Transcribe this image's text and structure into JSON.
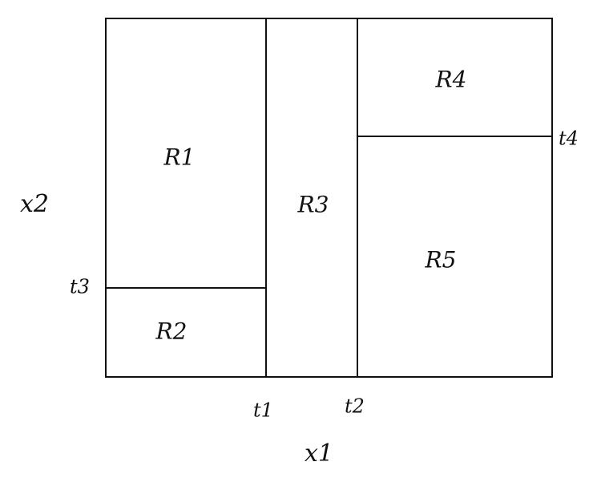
{
  "regions": [
    {
      "id": "R1",
      "label": "R1"
    },
    {
      "id": "R2",
      "label": "R2"
    },
    {
      "id": "R3",
      "label": "R3"
    },
    {
      "id": "R4",
      "label": "R4"
    },
    {
      "id": "R5",
      "label": "R5"
    }
  ],
  "thresholds": {
    "t1": "t1",
    "t2": "t2",
    "t3": "t3",
    "t4": "t4"
  },
  "axes": {
    "x": "x1",
    "y": "x2"
  }
}
